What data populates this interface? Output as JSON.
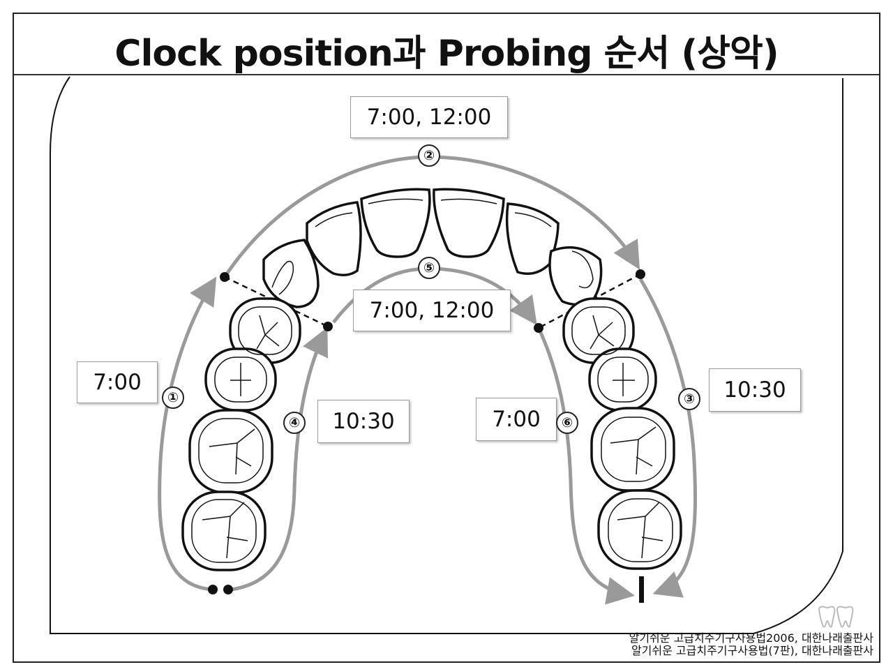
{
  "title": "Clock position과 Probing 순서 (상악)",
  "labels": {
    "top_outer": "7:00, 12:00",
    "top_inner": "7:00, 12:00",
    "left_outer": "7:00",
    "left_inner": "10:30",
    "right_inner": "7:00",
    "right_outer": "10:30"
  },
  "steps": [
    "①",
    "②",
    "③",
    "④",
    "⑤",
    "⑥"
  ],
  "source": {
    "line1": "알기쉬운 고급치주기구사용법2006, 대한나래출판사",
    "line2": "알기쉬운 고급치주기구사용법(7판), 대한나래출판사"
  },
  "colors": {
    "path_arrow": "#9a9a9a",
    "outline": "#111111",
    "label_border": "#999999"
  },
  "icons": [
    "tooth-icon"
  ]
}
